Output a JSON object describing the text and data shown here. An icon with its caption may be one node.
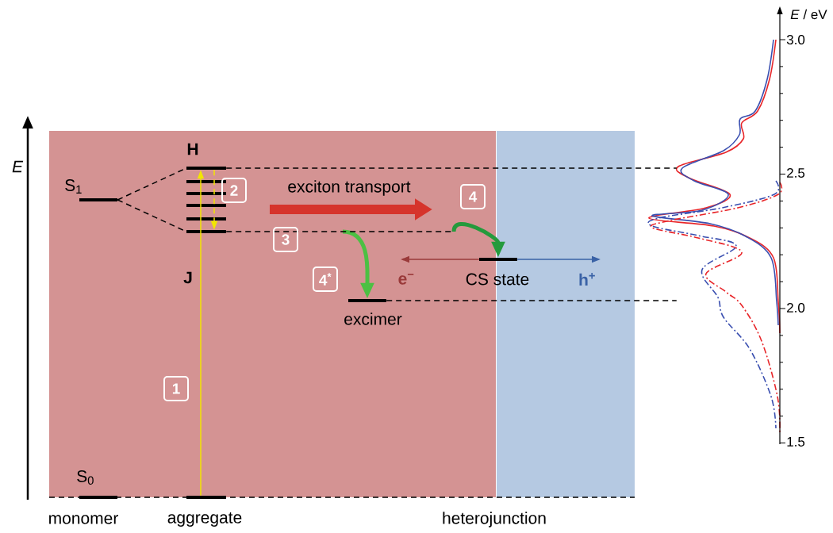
{
  "diagram": {
    "nodes": [
      {
        "text": [],
        "shape": "bar",
        "beside": [
          "S$_{1}$"
        ]
      },
      {
        "text": [],
        "shape": "bar",
        "beside": [
          "H"
        ]
      },
      {
        "text": [],
        "shape": "bar"
      },
      {
        "text": [],
        "shape": "bar"
      },
      {
        "text": [],
        "shape": "bar"
      },
      {
        "text": [],
        "shape": "bar"
      },
      {
        "text": [],
        "shape": "bar",
        "beside": [
          "J"
        ]
      },
      {
        "text": [],
        "shape": "bar",
        "beside": [
          "CS state"
        ]
      },
      {
        "text": [],
        "shape": "bar",
        "beside": [
          "excimer"
        ]
      },
      {
        "text": [],
        "shape": "bar",
        "beside": [
          "S$_{0}$"
        ]
      },
      {
        "text": [],
        "shape": "bar"
      },
      {
        "text": [],
        "shape": "picture"
      }
    ],
    "edges": [
      {
        "from": 0,
        "to": 1,
        "arrow": "none",
        "style": "dashed"
      },
      {
        "from": 0,
        "to": 6,
        "arrow": "none",
        "style": "dashed"
      },
      {
        "from": 10,
        "to": 1,
        "arrow": "to",
        "color": "#f2e600"
      },
      {
        "from": 1,
        "to": 6,
        "arrow": "to",
        "style": "dashed",
        "color": "#f2e600"
      },
      {
        "from": null,
        "to": 8,
        "arrow": "to",
        "style": "thick",
        "color": "#4cc043"
      },
      {
        "from": null,
        "to": 7,
        "arrow": "to",
        "style": "thick",
        "color": "#249a3c"
      },
      {
        "from": 7,
        "to": null,
        "arrow": "to",
        "label": "e$^{−}$",
        "color": "#9a3a3a"
      },
      {
        "from": 7,
        "to": null,
        "arrow": "to",
        "label": "h$^{+}$",
        "color": "#3a62a6"
      },
      {
        "from": 1,
        "to": 11,
        "arrow": "none",
        "style": "dashed"
      },
      {
        "from": 6,
        "to": null,
        "arrow": "none",
        "style": "dashed"
      },
      {
        "from": 8,
        "to": 11,
        "arrow": "none",
        "style": "dashed"
      }
    ],
    "labels": [
      "E",
      "exciton transport",
      "1",
      "2",
      "3",
      "4",
      "4$^{*}$",
      "monomer",
      "aggregate",
      "heterojunction",
      "*E* / eV",
      "3.0",
      "2.5",
      "2.0",
      "1.5"
    ]
  }
}
